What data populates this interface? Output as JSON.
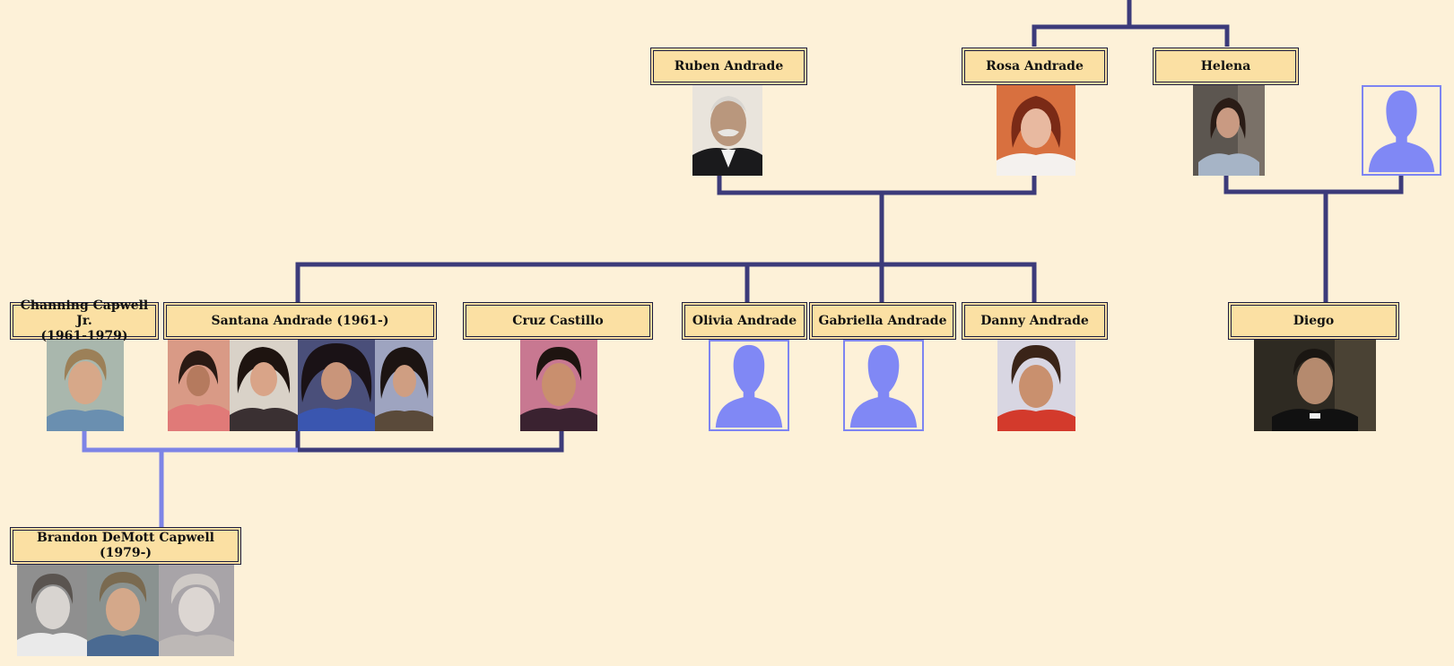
{
  "colors": {
    "background": "#fdf1d8",
    "name_box_fill": "#fbe0a3",
    "name_box_border": "#1d1d3f",
    "primary_line": "#3c3b7a",
    "secondary_line": "#7d84e6",
    "silhouette": "#8088f5"
  },
  "people": {
    "ruben": {
      "name": "Ruben Andrade"
    },
    "rosa": {
      "name": "Rosa Andrade"
    },
    "helena": {
      "name": "Helena"
    },
    "helena_spouse": {
      "name": "",
      "photo": "placeholder-silhouette"
    },
    "channing": {
      "name_line1": "Channing Capwell Jr.",
      "name_line2": "(1961-1979)"
    },
    "santana": {
      "name": "Santana Andrade (1961-)"
    },
    "cruz": {
      "name": "Cruz Castillo"
    },
    "olivia": {
      "name": "Olivia Andrade",
      "photo": "placeholder-silhouette"
    },
    "gabriella": {
      "name": "Gabriella Andrade",
      "photo": "placeholder-silhouette"
    },
    "danny": {
      "name": "Danny Andrade"
    },
    "diego": {
      "name": "Diego"
    },
    "brandon": {
      "name": "Brandon DeMott Capwell (1979-)"
    }
  },
  "icons": {
    "placeholder": "person-silhouette-icon"
  }
}
